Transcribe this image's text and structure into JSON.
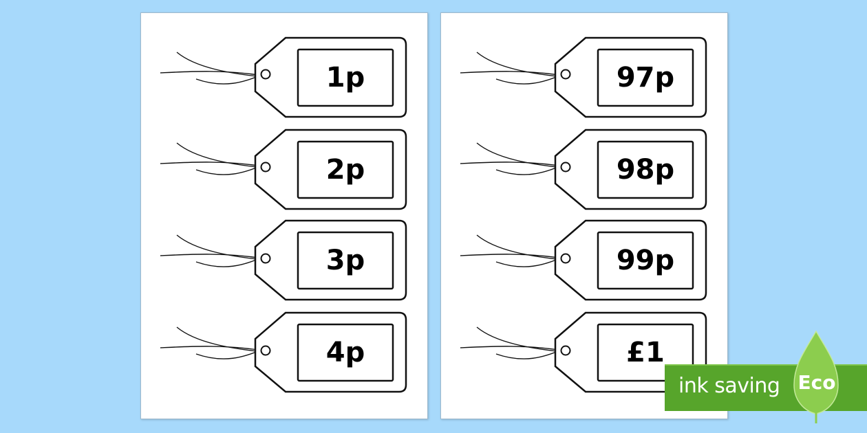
{
  "left_sheet": {
    "tags": [
      "1p",
      "2p",
      "3p",
      "4p"
    ]
  },
  "right_sheet": {
    "tags": [
      "97p",
      "98p",
      "99p",
      "£1"
    ]
  },
  "badge": {
    "label": "ink saving",
    "logo_text": "Eco",
    "color": "#57a52b",
    "leaf_color": "#8ccd4e",
    "icon": "leaf-icon"
  },
  "background_color": "#a7d9fb"
}
